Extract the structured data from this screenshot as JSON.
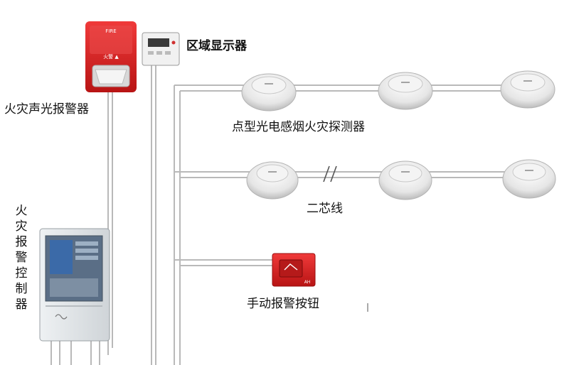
{
  "labels": {
    "zone_display": "区域显示器",
    "alarm_strobe": "火灾声光报警器",
    "smoke_detector": "点型光电感烟火灾探测器",
    "two_core_wire": "二芯线",
    "fire_controller": "火灾报警控制器",
    "manual_button": "手动报警按钮"
  },
  "device_text": {
    "strobe_top": "FIRE",
    "strobe_mid": "火警 ▲",
    "manual_code": "AH"
  },
  "colors": {
    "line": "#b9b9b9",
    "strobe_red": "#e02020",
    "detector_face": "#ececec",
    "panel_body": "#dfe3e6",
    "panel_screen": "#3b6aa8",
    "manual_red": "#cf2020"
  },
  "icons": [
    "smoke-detector-icon",
    "strobe-alarm-icon",
    "zone-display-icon",
    "control-panel-icon",
    "manual-call-point-icon"
  ]
}
